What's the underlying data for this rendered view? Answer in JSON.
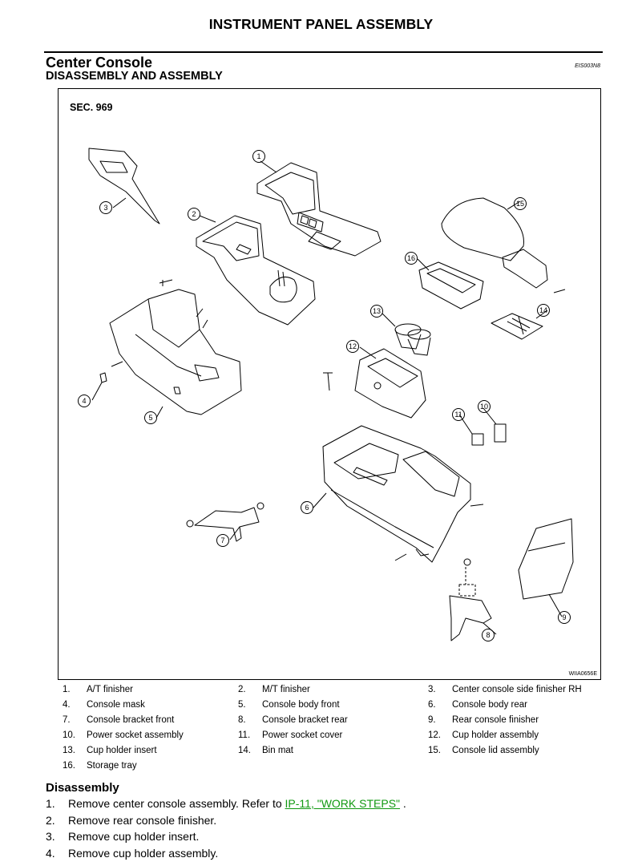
{
  "header": {
    "title": "INSTRUMENT PANEL ASSEMBLY"
  },
  "section": {
    "title": "Center Console",
    "doc_id": "EIS003N8",
    "subtitle": "DISASSEMBLY AND ASSEMBLY"
  },
  "figure": {
    "sec_label": "SEC. 969",
    "figure_code": "WIIA0656E",
    "callouts": [
      "1",
      "2",
      "3",
      "4",
      "5",
      "6",
      "7",
      "8",
      "9",
      "10",
      "11",
      "12",
      "13",
      "14",
      "15",
      "16"
    ]
  },
  "parts": [
    {
      "num": "1.",
      "name": "A/T finisher"
    },
    {
      "num": "2.",
      "name": "M/T finisher"
    },
    {
      "num": "3.",
      "name": "Center console side finisher RH"
    },
    {
      "num": "4.",
      "name": "Console mask"
    },
    {
      "num": "5.",
      "name": "Console body front"
    },
    {
      "num": "6.",
      "name": "Console body rear"
    },
    {
      "num": "7.",
      "name": "Console bracket front"
    },
    {
      "num": "8.",
      "name": "Console bracket rear"
    },
    {
      "num": "9.",
      "name": "Rear console finisher"
    },
    {
      "num": "10.",
      "name": "Power socket assembly"
    },
    {
      "num": "11.",
      "name": "Power socket cover"
    },
    {
      "num": "12.",
      "name": "Cup holder assembly"
    },
    {
      "num": "13.",
      "name": "Cup holder insert"
    },
    {
      "num": "14.",
      "name": "Bin mat"
    },
    {
      "num": "15.",
      "name": "Console lid assembly"
    },
    {
      "num": "16.",
      "name": "Storage tray"
    }
  ],
  "disassembly": {
    "title": "Disassembly",
    "steps": [
      {
        "num": "1.",
        "text": "Remove center console assembly. Refer to ",
        "link": "IP-11, \"WORK STEPS\"",
        "after": " ."
      },
      {
        "num": "2.",
        "text": "Remove rear console finisher."
      },
      {
        "num": "3.",
        "text": "Remove cup holder insert."
      },
      {
        "num": "4.",
        "text": "Remove cup holder assembly."
      }
    ]
  }
}
